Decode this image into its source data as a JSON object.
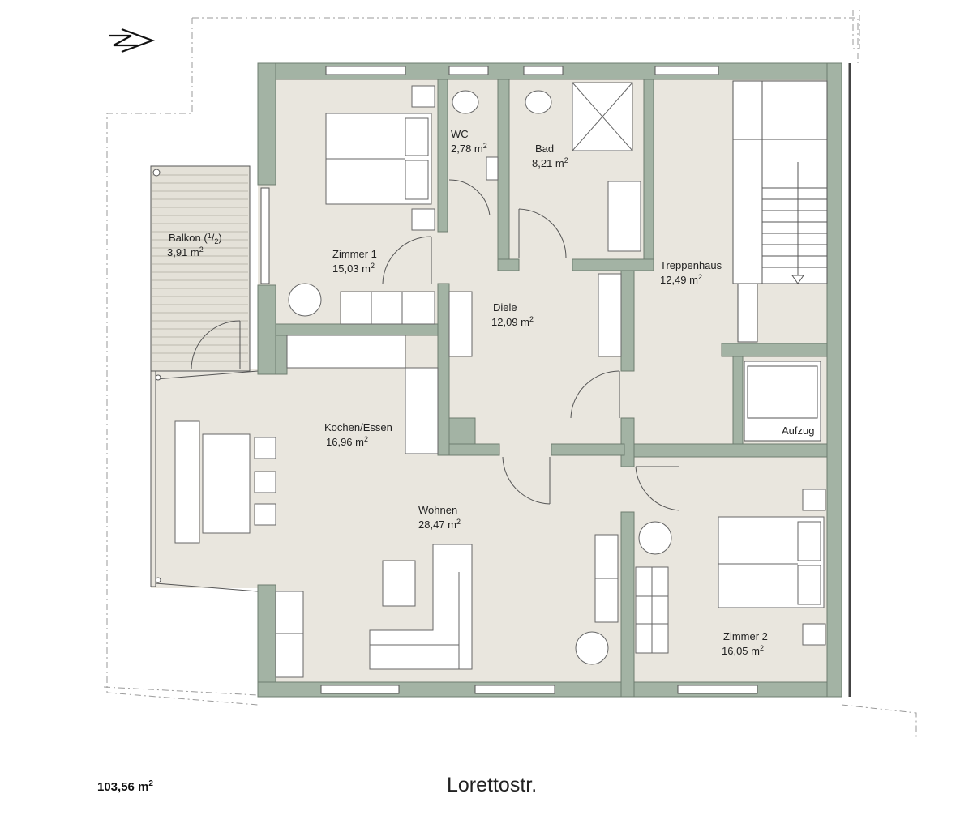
{
  "colors": {
    "wall": "#a3b3a4",
    "wall_outline": "#6e7c6f",
    "floor": "#e9e6de",
    "furniture": "#ffffff",
    "line": "#555555"
  },
  "icons": {
    "compass": "north-arrow-icon"
  },
  "rooms": {
    "zimmer1": {
      "name": "Zimmer 1",
      "area": "15,03 m",
      "unit_sup": "2"
    },
    "wc": {
      "name": "WC",
      "area": "2,78 m",
      "unit_sup": "2"
    },
    "bad": {
      "name": "Bad",
      "area": "8,21 m",
      "unit_sup": "2"
    },
    "treppenhaus": {
      "name": "Treppenhaus",
      "area": "12,49 m",
      "unit_sup": "2"
    },
    "balkon": {
      "name": "Balkon (",
      "fraction_num": "1",
      "fraction_sep": "/",
      "fraction_den": "2",
      "close": ")",
      "area": "3,91 m",
      "unit_sup": "2"
    },
    "diele": {
      "name": "Diele",
      "area": "12,09 m",
      "unit_sup": "2"
    },
    "kochen": {
      "name": "Kochen/Essen",
      "area": "16,96 m",
      "unit_sup": "2"
    },
    "aufzug": {
      "name": "Aufzug"
    },
    "wohnen": {
      "name": "Wohnen",
      "area": "28,47 m",
      "unit_sup": "2"
    },
    "zimmer2": {
      "name": "Zimmer 2",
      "area": "16,05 m",
      "unit_sup": "2"
    }
  },
  "footer": {
    "total_area": "103,56 m",
    "total_sup": "2",
    "street": "Lorettostr."
  }
}
